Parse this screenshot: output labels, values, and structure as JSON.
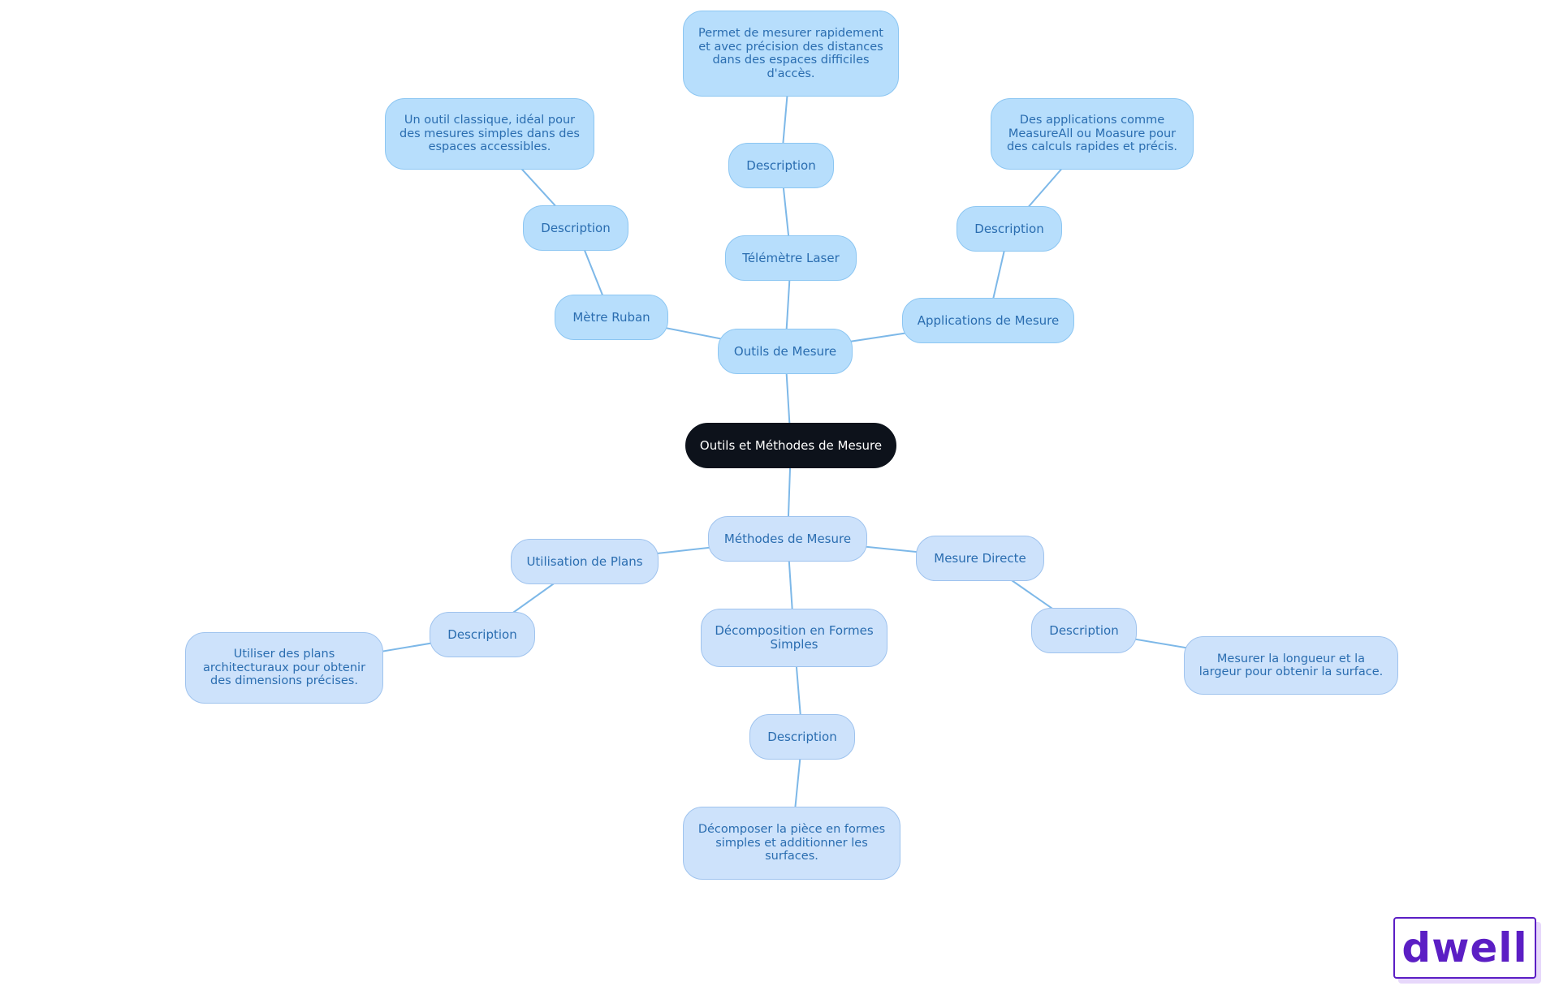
{
  "diagram": {
    "root": "Outils et Méthodes de Mesure",
    "tools": {
      "label": "Outils de Mesure",
      "tape": {
        "label": "Mètre Ruban",
        "desc_label": "Description",
        "text": "Un outil classique, idéal pour des mesures simples dans des espaces accessibles."
      },
      "laser": {
        "label": "Télémètre Laser",
        "desc_label": "Description",
        "text": "Permet de mesurer rapidement et avec précision des distances dans des espaces difficiles d'accès."
      },
      "apps": {
        "label": "Applications de Mesure",
        "desc_label": "Description",
        "text": "Des applications comme MeasureAll ou Moasure pour des calculs rapides et précis."
      }
    },
    "methods": {
      "label": "Méthodes de Mesure",
      "plans": {
        "label": "Utilisation de Plans",
        "desc_label": "Description",
        "text": "Utiliser des plans architecturaux pour obtenir des dimensions précises."
      },
      "decomp": {
        "label": "Décomposition en Formes Simples",
        "desc_label": "Description",
        "text": "Décomposer la pièce en formes simples et additionner les surfaces."
      },
      "direct": {
        "label": "Mesure Directe",
        "desc_label": "Description",
        "text": "Mesurer la longueur et la largeur pour obtenir la surface."
      }
    }
  },
  "logo": {
    "text": "dwell"
  },
  "colors": {
    "upper_fill": "#b7defc",
    "lower_fill": "#cde2fb",
    "root_fill": "#0d121b",
    "edge": "#7db8e8",
    "logo": "#5b1ec4"
  }
}
